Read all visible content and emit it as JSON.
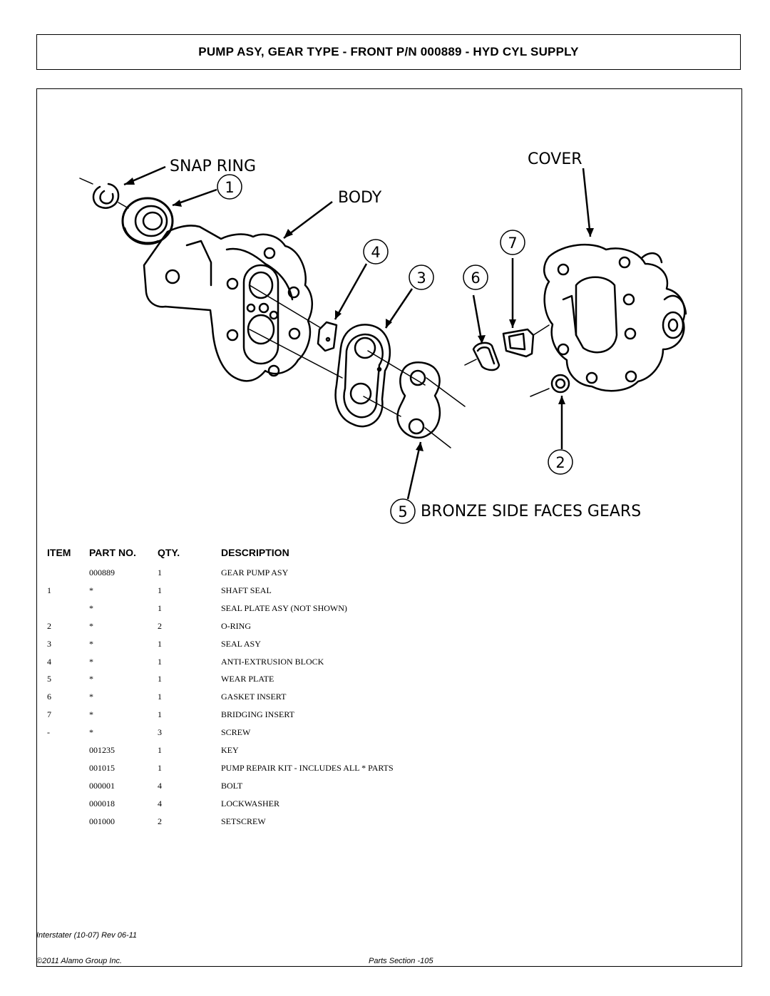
{
  "title": "PUMP ASY, GEAR TYPE - FRONT P/N 000889 - HYD CYL SUPPLY",
  "diagram": {
    "callouts": {
      "snap_ring": "SNAP RING",
      "body": "BODY",
      "cover": "COVER",
      "bronze": "BRONZE SIDE FACES GEARS"
    },
    "numbers": [
      "1",
      "2",
      "3",
      "4",
      "5",
      "6",
      "7"
    ]
  },
  "table": {
    "headers": {
      "item": "ITEM",
      "part_no": "PART NO.",
      "qty": "QTY.",
      "description": "DESCRIPTION"
    },
    "rows": [
      {
        "item": "",
        "part": "000889",
        "qty": "1",
        "desc": "GEAR PUMP ASY"
      },
      {
        "item": "1",
        "part": "*",
        "qty": "1",
        "desc": "SHAFT SEAL"
      },
      {
        "item": "",
        "part": "*",
        "qty": "1",
        "desc": "SEAL PLATE ASY (NOT SHOWN)"
      },
      {
        "item": "2",
        "part": "*",
        "qty": "2",
        "desc": "O-RING"
      },
      {
        "item": "3",
        "part": "*",
        "qty": "1",
        "desc": "SEAL ASY"
      },
      {
        "item": "4",
        "part": "*",
        "qty": "1",
        "desc": "ANTI-EXTRUSION BLOCK"
      },
      {
        "item": "5",
        "part": "*",
        "qty": "1",
        "desc": "WEAR PLATE"
      },
      {
        "item": "6",
        "part": "*",
        "qty": "1",
        "desc": "GASKET INSERT"
      },
      {
        "item": "7",
        "part": "*",
        "qty": "1",
        "desc": "BRIDGING INSERT"
      },
      {
        "item": "-",
        "part": "*",
        "qty": "3",
        "desc": "SCREW"
      },
      {
        "item": "",
        "part": "001235",
        "qty": "1",
        "desc": "KEY"
      },
      {
        "item": "",
        "part": "001015",
        "qty": "1",
        "desc": "PUMP REPAIR KIT - INCLUDES ALL * PARTS"
      },
      {
        "item": "",
        "part": "000001",
        "qty": "4",
        "desc": "BOLT"
      },
      {
        "item": "",
        "part": "000018",
        "qty": "4",
        "desc": "LOCKWASHER"
      },
      {
        "item": "",
        "part": "001000",
        "qty": "2",
        "desc": "SETSCREW"
      }
    ]
  },
  "footer": {
    "revision": "Interstater (10-07) Rev 06-11",
    "copyright": "©2011 Alamo Group Inc.",
    "page": "Parts Section -105"
  }
}
